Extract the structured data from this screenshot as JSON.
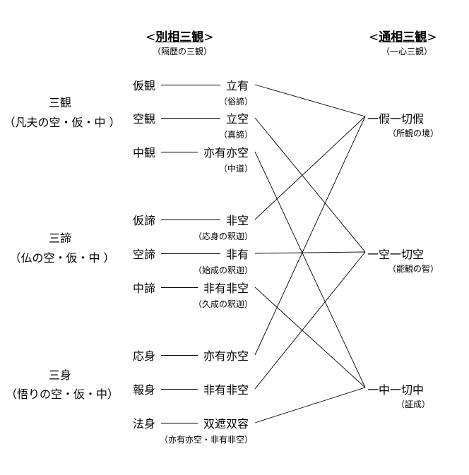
{
  "left_header": {
    "open": "<",
    "title": "別相三観",
    "close": ">",
    "subtitle": "（隔歴の三観）"
  },
  "right_header": {
    "open": "<",
    "title": "通相三観",
    "close": ">",
    "subtitle": "（一心三観）"
  },
  "groups": [
    {
      "title": "三観",
      "subtitle": "（凡夫の空・仮・中 ）"
    },
    {
      "title": "三諦",
      "subtitle": "（仏の空・仮・中 ）"
    },
    {
      "title": "三身",
      "subtitle": "（悟りの空・仮・中）"
    }
  ],
  "rows": [
    {
      "left": "仮観",
      "right": "立有",
      "note": "（俗諦）",
      "target": 0
    },
    {
      "left": "空観",
      "right": "立空",
      "note": "（真諦）",
      "target": 1
    },
    {
      "left": "中観",
      "right": "亦有亦空",
      "note": "（中道）",
      "target": 2
    },
    {
      "left": "仮諦",
      "right": "非空",
      "note": "（応身の釈迦）",
      "target": 0
    },
    {
      "left": "空諦",
      "right": "非有",
      "note": "（始成の釈迦）",
      "target": 1
    },
    {
      "left": "中諦",
      "right": "非有非空",
      "note": "（久成の釈迦）",
      "target": 2
    },
    {
      "left": "応身",
      "right": "亦有亦空",
      "note": "",
      "target": 0
    },
    {
      "left": "報身",
      "right": "非有非空",
      "note": "",
      "target": 1
    },
    {
      "left": "法身",
      "right": "双遮双容",
      "note": "（亦有亦空・非有非空）",
      "target": 2
    }
  ],
  "nodes": [
    {
      "label": "一假一切假",
      "note": "（所観の境）"
    },
    {
      "label": "一空一切空",
      "note": "（能観の智）"
    },
    {
      "label": "一中一切中",
      "note": "（証成）"
    }
  ]
}
